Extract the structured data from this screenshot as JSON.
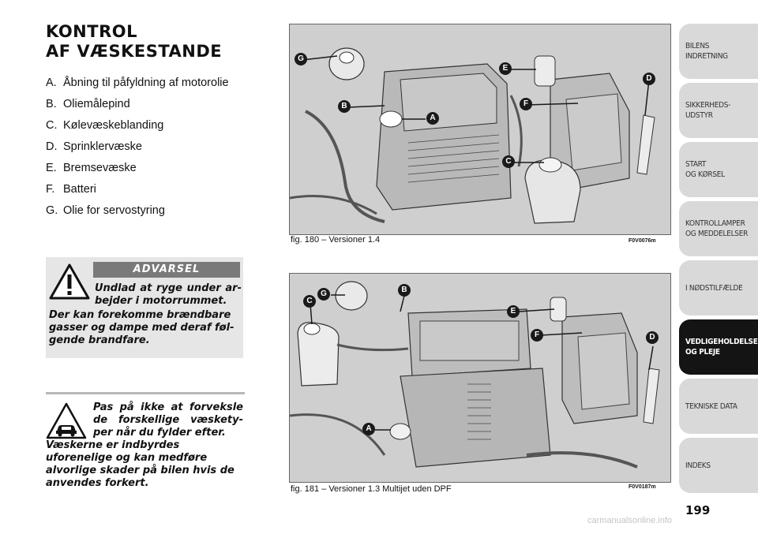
{
  "heading": {
    "line1": "KONTROL",
    "line2": "AF VÆSKESTANDE"
  },
  "parts": [
    {
      "letter": "A.",
      "text": "Åbning til påfyldning af motorolie"
    },
    {
      "letter": "B.",
      "text": "Oliemålepind"
    },
    {
      "letter": "C.",
      "text": "Kølevæskeblanding"
    },
    {
      "letter": "D.",
      "text": "Sprinklervæske"
    },
    {
      "letter": "E.",
      "text": "Bremsevæske"
    },
    {
      "letter": "F.",
      "text": "Batteri"
    },
    {
      "letter": "G.",
      "text": "Olie for servostyring"
    }
  ],
  "warning": {
    "header": "ADVARSEL",
    "text_a": "Undlad at ryge under ar­bejder i motorrummet.",
    "text_b": "Der kan forekomme brændbare gasser og dampe med deraf føl­gende brandfare."
  },
  "note": {
    "text_a": "Pas på ikke at forveksle de forskellige væskety­per når du fylder efter.",
    "text_b": "Væskerne er indbyrdes uforenelige og kan medføre alvorlige skader på bilen hvis de anvendes forkert."
  },
  "figures": [
    {
      "caption": "fig. 180 – Versioner 1.4",
      "code": "F0V0076m",
      "callouts": [
        {
          "label": "G"
        },
        {
          "label": "E"
        },
        {
          "label": "D"
        },
        {
          "label": "B"
        },
        {
          "label": "F"
        },
        {
          "label": "A"
        },
        {
          "label": "C"
        }
      ]
    },
    {
      "caption": "fig. 181 – Versioner 1.3 Multijet uden DPF",
      "code": "F0V0187m",
      "callouts": [
        {
          "label": "G"
        },
        {
          "label": "B"
        },
        {
          "label": "C"
        },
        {
          "label": "E"
        },
        {
          "label": "F"
        },
        {
          "label": "D"
        },
        {
          "label": "A"
        }
      ]
    }
  ],
  "sidebar": {
    "tabs": [
      {
        "label": "BILENS\nINDRETNING",
        "active": false
      },
      {
        "label": "SIKKERHEDS-\nUDSTYR",
        "active": false
      },
      {
        "label": "START\nOG KØRSEL",
        "active": false
      },
      {
        "label": "KONTROLLAMPER\nOG MEDDELELSER",
        "active": false
      },
      {
        "label": "I NØDSTILFÆLDE",
        "active": false
      },
      {
        "label": "VEDLIGEHOLDELSE\nOG PLEJE",
        "active": true
      },
      {
        "label": "TEKNISKE DATA",
        "active": false
      },
      {
        "label": "INDEKS",
        "active": false
      }
    ]
  },
  "page_number": "199",
  "watermark": "carmanualsonline.info",
  "colors": {
    "callout": "#1a1a1a",
    "figure_bg": "#d4d4d4",
    "tab_inactive": "#d9d9d9",
    "tab_active": "#141414"
  }
}
